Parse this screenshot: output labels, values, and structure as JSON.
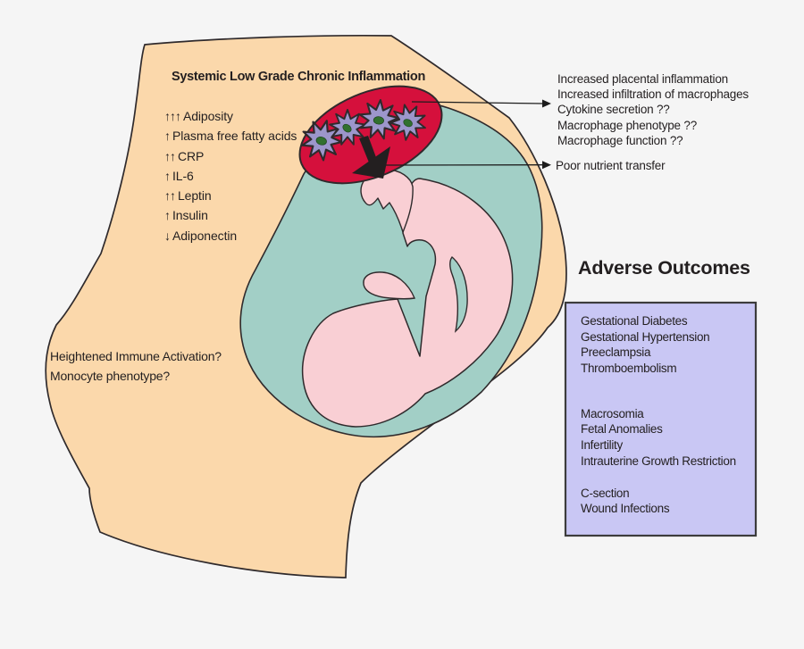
{
  "colors": {
    "background": "#f5f5f5",
    "belly": "#fbd8ab",
    "amniotic_fluid": "#a2cfc6",
    "fetus": "#f9cfd4",
    "placenta": "#d5103c",
    "macrophage": "#9c96cb",
    "macrophage_nucleus": "#31702f",
    "outcomes_box_fill": "#c9c7f4",
    "outcomes_box_border": "#3c3c3c",
    "outline": "#2f2a2c",
    "arrow": "#231f20",
    "text": "#231f20"
  },
  "left_panel": {
    "title": "Systemic Low Grade Chronic Inflammation",
    "markers": [
      {
        "arrows": "↑↑↑",
        "label": "Adiposity"
      },
      {
        "arrows": "↑",
        "label": "Plasma free fatty acids"
      },
      {
        "arrows": "↑↑",
        "label": "CRP"
      },
      {
        "arrows": "↑",
        "label": "IL-6"
      },
      {
        "arrows": "↑↑",
        "label": "Leptin"
      },
      {
        "arrows": "↑",
        "label": "Insulin"
      },
      {
        "arrows": "↓",
        "label": "Adiponectin"
      }
    ],
    "immune_questions": [
      "Heightened Immune Activation?",
      "Monocyte phenotype?"
    ]
  },
  "callouts": {
    "placental_effects": [
      "Increased placental inflammation",
      "Increased infiltration of macrophages",
      "Cytokine secretion ??",
      "Macrophage phenotype ??",
      "Macrophage function ??"
    ],
    "nutrient": "Poor nutrient transfer"
  },
  "adverse_outcomes": {
    "title": "Adverse Outcomes",
    "groups": [
      [
        "Gestational Diabetes",
        "Gestational Hypertension",
        "Preeclampsia",
        "Thromboembolism"
      ],
      [
        "Macrosomia",
        "Fetal Anomalies",
        "Infertility",
        "Intrauterine Growth Restriction"
      ],
      [
        "C-section",
        "Wound Infections"
      ]
    ]
  }
}
